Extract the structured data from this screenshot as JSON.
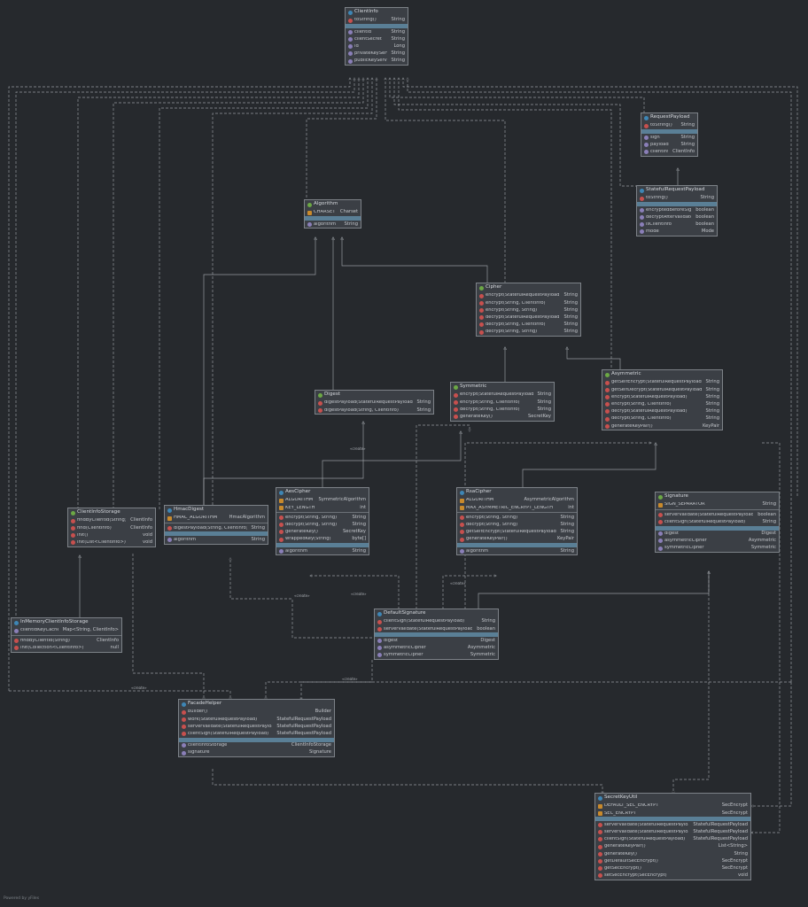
{
  "nodes": [
    {
      "id": "clientinfo",
      "title": "ClientInfo",
      "kind": "class",
      "methods": [
        {
          "name": "toString()",
          "type": "String"
        }
      ],
      "fields": [
        {
          "name": "clientId",
          "type": "String"
        },
        {
          "name": "clientSecret",
          "type": "String"
        },
        {
          "name": "id",
          "type": "Long"
        },
        {
          "name": "privateKeyServer",
          "type": "String"
        },
        {
          "name": "publicKeyServer",
          "type": "String"
        }
      ]
    },
    {
      "id": "requestpayload",
      "title": "RequestPayload",
      "kind": "class",
      "methods": [
        {
          "name": "toString()",
          "type": "String"
        }
      ],
      "fields": [
        {
          "name": "sign",
          "type": "String"
        },
        {
          "name": "payload",
          "type": "String"
        },
        {
          "name": "clientInfo",
          "type": "ClientInfo"
        }
      ]
    },
    {
      "id": "statefulrequestpayload",
      "title": "StatefulRequestPayload",
      "kind": "class",
      "methods": [
        {
          "name": "toString()",
          "type": "String"
        }
      ],
      "fields": [
        {
          "name": "encryptedBeforeSign",
          "type": "boolean"
        },
        {
          "name": "decryptAfterValidate",
          "type": "boolean"
        },
        {
          "name": "isClientInfo",
          "type": "boolean"
        },
        {
          "name": "mode",
          "type": "Mode"
        }
      ]
    },
    {
      "id": "algorithm",
      "title": "Algorithm",
      "kind": "interface",
      "constants": [
        {
          "name": "CHARSET",
          "type": "Charset"
        }
      ],
      "fields": [
        {
          "name": "algorithm",
          "type": "String"
        }
      ]
    },
    {
      "id": "cipher",
      "title": "Cipher",
      "kind": "interface",
      "methods": [
        {
          "name": "encrypt(StatefulRequestPayload)",
          "type": "String"
        },
        {
          "name": "encrypt(String, ClientInfo)",
          "type": "String"
        },
        {
          "name": "encrypt(String, String)",
          "type": "String"
        },
        {
          "name": "decrypt(StatefulRequestPayload)",
          "type": "String"
        },
        {
          "name": "decrypt(String, ClientInfo)",
          "type": "String"
        },
        {
          "name": "decrypt(String, String)",
          "type": "String"
        }
      ]
    },
    {
      "id": "digest",
      "title": "Digest",
      "kind": "interface",
      "methods": [
        {
          "name": "digestPayload(StatefulRequestPayload)",
          "type": "String"
        },
        {
          "name": "digestPayload(String, ClientInfo)",
          "type": "String"
        }
      ]
    },
    {
      "id": "symmetric",
      "title": "Symmetric",
      "kind": "interface",
      "methods": [
        {
          "name": "encrypt(StatefulRequestPayload)",
          "type": "String"
        },
        {
          "name": "encrypt(String, ClientInfo)",
          "type": "String"
        },
        {
          "name": "decrypt(String, ClientInfo)",
          "type": "String"
        },
        {
          "name": "generateKey()",
          "type": "SecretKey"
        }
      ]
    },
    {
      "id": "asymmetric",
      "title": "Asymmetric",
      "kind": "interface",
      "methods": [
        {
          "name": "getSelfEncrypt(StatefulRequestPayload)",
          "type": "String"
        },
        {
          "name": "getSelfDecrypt(StatefulRequestPayload)",
          "type": "String"
        },
        {
          "name": "encrypt(StatefulRequestPayload)",
          "type": "String"
        },
        {
          "name": "encrypt(String, ClientInfo)",
          "type": "String"
        },
        {
          "name": "decrypt(StatefulRequestPayload)",
          "type": "String"
        },
        {
          "name": "decrypt(String, ClientInfo)",
          "type": "String"
        },
        {
          "name": "generateKeyPair()",
          "type": "KeyPair"
        }
      ]
    },
    {
      "id": "clientinfostorage",
      "title": "ClientInfoStorage",
      "kind": "interface",
      "methods": [
        {
          "name": "findByClientId(String)",
          "type": "ClientInfo"
        },
        {
          "name": "find(ClientInfo)",
          "type": "ClientInfo"
        },
        {
          "name": "init()",
          "type": "void"
        },
        {
          "name": "init(List<ClientInfo>)",
          "type": "void"
        }
      ]
    },
    {
      "id": "hmacdigest",
      "title": "HmacDigest",
      "kind": "class",
      "constants": [
        {
          "name": "HMAC_ALGORITHM",
          "type": "HmacAlgorithm"
        }
      ],
      "methods": [
        {
          "name": "digestPayload(String, ClientInfo)",
          "type": "String"
        }
      ],
      "fields": [
        {
          "name": "algorithm",
          "type": "String"
        }
      ]
    },
    {
      "id": "aescipher",
      "title": "AesCipher",
      "kind": "class",
      "constants": [
        {
          "name": "ALGORITHM",
          "type": "SymmetricAlgorithm"
        },
        {
          "name": "KEY_LENGTH",
          "type": "int"
        }
      ],
      "methods": [
        {
          "name": "encrypt(String, String)",
          "type": "String"
        },
        {
          "name": "decrypt(String, String)",
          "type": "String"
        },
        {
          "name": "generateKey()",
          "type": "SecretKey"
        },
        {
          "name": "wrappedKey(String)",
          "type": "byte[]"
        }
      ],
      "fields": [
        {
          "name": "algorithm",
          "type": "String"
        }
      ]
    },
    {
      "id": "rsacipher",
      "title": "RsaCipher",
      "kind": "class",
      "constants": [
        {
          "name": "ALGORITHM",
          "type": "AsymmetricAlgorithm"
        },
        {
          "name": "MAX_ASYMMETRIC_ENCRYPT_LENGTH",
          "type": "int"
        }
      ],
      "methods": [
        {
          "name": "encrypt(String, String)",
          "type": "String"
        },
        {
          "name": "decrypt(String, String)",
          "type": "String"
        },
        {
          "name": "getSelfEncrypt(StatefulRequestPayload)",
          "type": "String"
        },
        {
          "name": "generateKeyPair()",
          "type": "KeyPair"
        }
      ],
      "fields": [
        {
          "name": "algorithm",
          "type": "String"
        }
      ]
    },
    {
      "id": "signature",
      "title": "Signature",
      "kind": "interface",
      "constants": [
        {
          "name": "SIGN_SEPARATOR",
          "type": "String"
        }
      ],
      "methods": [
        {
          "name": "serverValidate(StatefulRequestPayload)",
          "type": "boolean"
        },
        {
          "name": "clientSign(StatefulRequestPayload)",
          "type": "String"
        }
      ],
      "fields": [
        {
          "name": "digest",
          "type": "Digest"
        },
        {
          "name": "asymmetricCipher",
          "type": "Asymmetric"
        },
        {
          "name": "symmetricCipher",
          "type": "Symmetric"
        }
      ]
    },
    {
      "id": "inmemoryclientinfostorage",
      "title": "InMemoryClientInfoStorage",
      "kind": "class",
      "fieldsTop": [
        {
          "name": "clientIdKeyCache",
          "type": "Map<String, ClientInfo>"
        }
      ],
      "methods": [
        {
          "name": "findByClientId(String)",
          "type": "ClientInfo"
        },
        {
          "name": "init(Collection<ClientInfo>)",
          "type": "null"
        }
      ]
    },
    {
      "id": "defaultsignature",
      "title": "DefaultSignature",
      "kind": "class",
      "methods": [
        {
          "name": "clientSign(StatefulRequestPayload)",
          "type": "String"
        },
        {
          "name": "serverValidate(StatefulRequestPayload)",
          "type": "boolean"
        }
      ],
      "fields": [
        {
          "name": "digest",
          "type": "Digest"
        },
        {
          "name": "asymmetricCipher",
          "type": "Asymmetric"
        },
        {
          "name": "symmetricCipher",
          "type": "Symmetric"
        }
      ]
    },
    {
      "id": "facadehelper",
      "title": "FacadeHelper",
      "kind": "class",
      "methods": [
        {
          "name": "builder()",
          "type": "Builder"
        },
        {
          "name": "work(StatefulRequestPayload)",
          "type": "StatefulRequestPayload"
        },
        {
          "name": "serverValidate(StatefulRequestPayload)",
          "type": "StatefulRequestPayload"
        },
        {
          "name": "clientSign(StatefulRequestPayload)",
          "type": "StatefulRequestPayload"
        }
      ],
      "fields": [
        {
          "name": "clientInfoStorage",
          "type": "ClientInfoStorage"
        },
        {
          "name": "signature",
          "type": "Signature"
        }
      ]
    },
    {
      "id": "secretkeyutil",
      "title": "SecretKeyUtil",
      "kind": "class",
      "constants": [
        {
          "name": "DEFAULT_SEC_ENCRYPT",
          "type": "SecEncrypt"
        },
        {
          "name": "SEC_ENCRYPT",
          "type": "SecEncrypt"
        }
      ],
      "methods": [
        {
          "name": "serverValidate(StatefulRequestPayload)",
          "type": "StatefulRequestPayload"
        },
        {
          "name": "serverValidate(StatefulRequestPayload)",
          "type": "StatefulRequestPayload"
        },
        {
          "name": "clientSign(StatefulRequestPayload)",
          "type": "StatefulRequestPayload"
        },
        {
          "name": "generateKeyPair()",
          "type": "List<String>"
        },
        {
          "name": "generateKey()",
          "type": "String"
        },
        {
          "name": "getDefaultSecEncrypt()",
          "type": "SecEncrypt"
        },
        {
          "name": "getSecEncrypt()",
          "type": "SecEncrypt"
        },
        {
          "name": "setSecEncrypt(SecEncrypt)",
          "type": "void"
        }
      ]
    }
  ],
  "edge_labels": [
    "«create»",
    "«create»",
    "«create»",
    "«create»",
    "«create»",
    "«create»"
  ],
  "footer": "Powered by yFiles"
}
